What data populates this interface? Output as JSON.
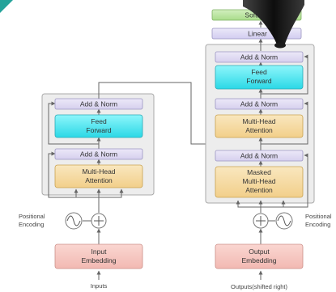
{
  "encoder": {
    "add_norm_top": "Add & Norm",
    "feed_forward_line1": "Feed",
    "feed_forward_line2": "Forward",
    "add_norm_bottom": "Add & Norm",
    "attention_line1": "Multi-Head",
    "attention_line2": "Attention",
    "positional_line1": "Positional",
    "positional_line2": "Encoding",
    "embedding_line1": "Input",
    "embedding_line2": "Embedding",
    "input_label": "Inputs"
  },
  "decoder": {
    "softmax": "Softmax",
    "linear": "Linear",
    "add_norm_top": "Add & Norm",
    "feed_forward_line1": "Feed",
    "feed_forward_line2": "Forward",
    "add_norm_middle": "Add & Norm",
    "cross_attention_line1": "Multi-Head",
    "cross_attention_line2": "Attention",
    "add_norm_bottom": "Add & Norm",
    "masked_attention_line1": "Masked",
    "masked_attention_line2": "Multi-Head",
    "masked_attention_line3": "Attention",
    "positional_line1": "Positional",
    "positional_line2": "Encoding",
    "embedding_line1": "Output",
    "embedding_line2": "Embedding",
    "output_label": "Outputs(shifted right)"
  },
  "colors": {
    "add_norm": "#e1dcf2",
    "feed_forward": "#3fe3ee",
    "attention": "#f6dca6",
    "embedding": "#f6c7c2",
    "softmax": "#bfe5a5",
    "linear": "#dcd8f4",
    "block_background": "#ededed",
    "arrow": "#666666",
    "overlay": "#1a1a1a"
  }
}
